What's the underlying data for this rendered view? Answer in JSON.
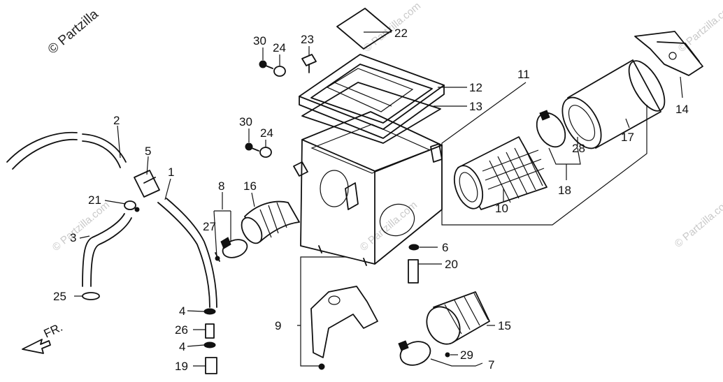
{
  "watermarks": {
    "main": "© Partzilla",
    "repeat": "© Partzilla.com"
  },
  "front_label": "FR.",
  "callouts": [
    "1",
    "2",
    "3",
    "4",
    "5",
    "6",
    "7",
    "8",
    "9",
    "10",
    "11",
    "12",
    "13",
    "14",
    "15",
    "16",
    "17",
    "18",
    "19",
    "20",
    "21",
    "22",
    "23",
    "24",
    "25",
    "26",
    "27",
    "28",
    "29",
    "30"
  ]
}
